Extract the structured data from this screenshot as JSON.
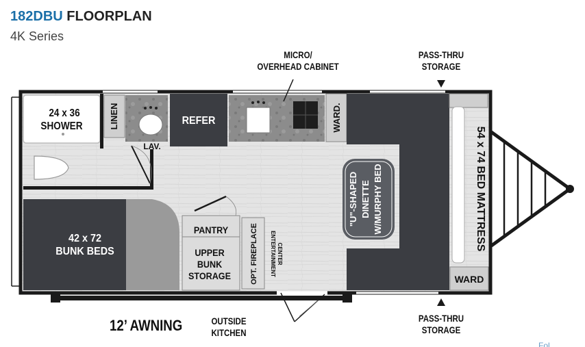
{
  "header": {
    "model": "182DBU",
    "title_suffix": "FLOORPLAN",
    "series": "4K Series"
  },
  "callouts": {
    "micro_line1": "MICRO/",
    "micro_line2": "OVERHEAD CABINET",
    "passthru_top_line1": "PASS-THRU",
    "passthru_top_line2": "STORAGE",
    "passthru_bottom_line1": "PASS-THRU",
    "passthru_bottom_line2": "STORAGE",
    "awning": "12’ AWNING",
    "outside_kitchen_line1": "OUTSIDE",
    "outside_kitchen_line2": "KITCHEN"
  },
  "rooms": {
    "shower_line1": "24 x 36",
    "shower_line2": "SHOWER",
    "linen": "LINEN",
    "lav": "LAV.",
    "refer": "REFER",
    "ward_front": "WARD.",
    "dinette_line1": "\"U\"-SHAPED",
    "dinette_line2": "DINETTE",
    "dinette_line3": "W/MURPHY BED",
    "mattress": "54 x 74 BED MATTRESS",
    "ward_rear": "WARD",
    "bunk_line1": "42 x 72",
    "bunk_line2": "BUNK BEDS",
    "pantry": "PANTRY",
    "upper_bunk_line1": "UPPER",
    "upper_bunk_line2": "BUNK",
    "upper_bunk_line3": "STORAGE",
    "fireplace": "OPT. FIREPLACE",
    "entertainment_line1": "ENTERTAINMENT",
    "entertainment_line2": "CENTER"
  },
  "watermark": "Fol",
  "colors": {
    "model_blue": "#1a6fa8",
    "wall": "#1a1a1a",
    "floor": "#e6e6e6",
    "dark_gray": "#3b3d42",
    "mid_gray": "#5a5d63",
    "counter": "#8a8a8a"
  }
}
